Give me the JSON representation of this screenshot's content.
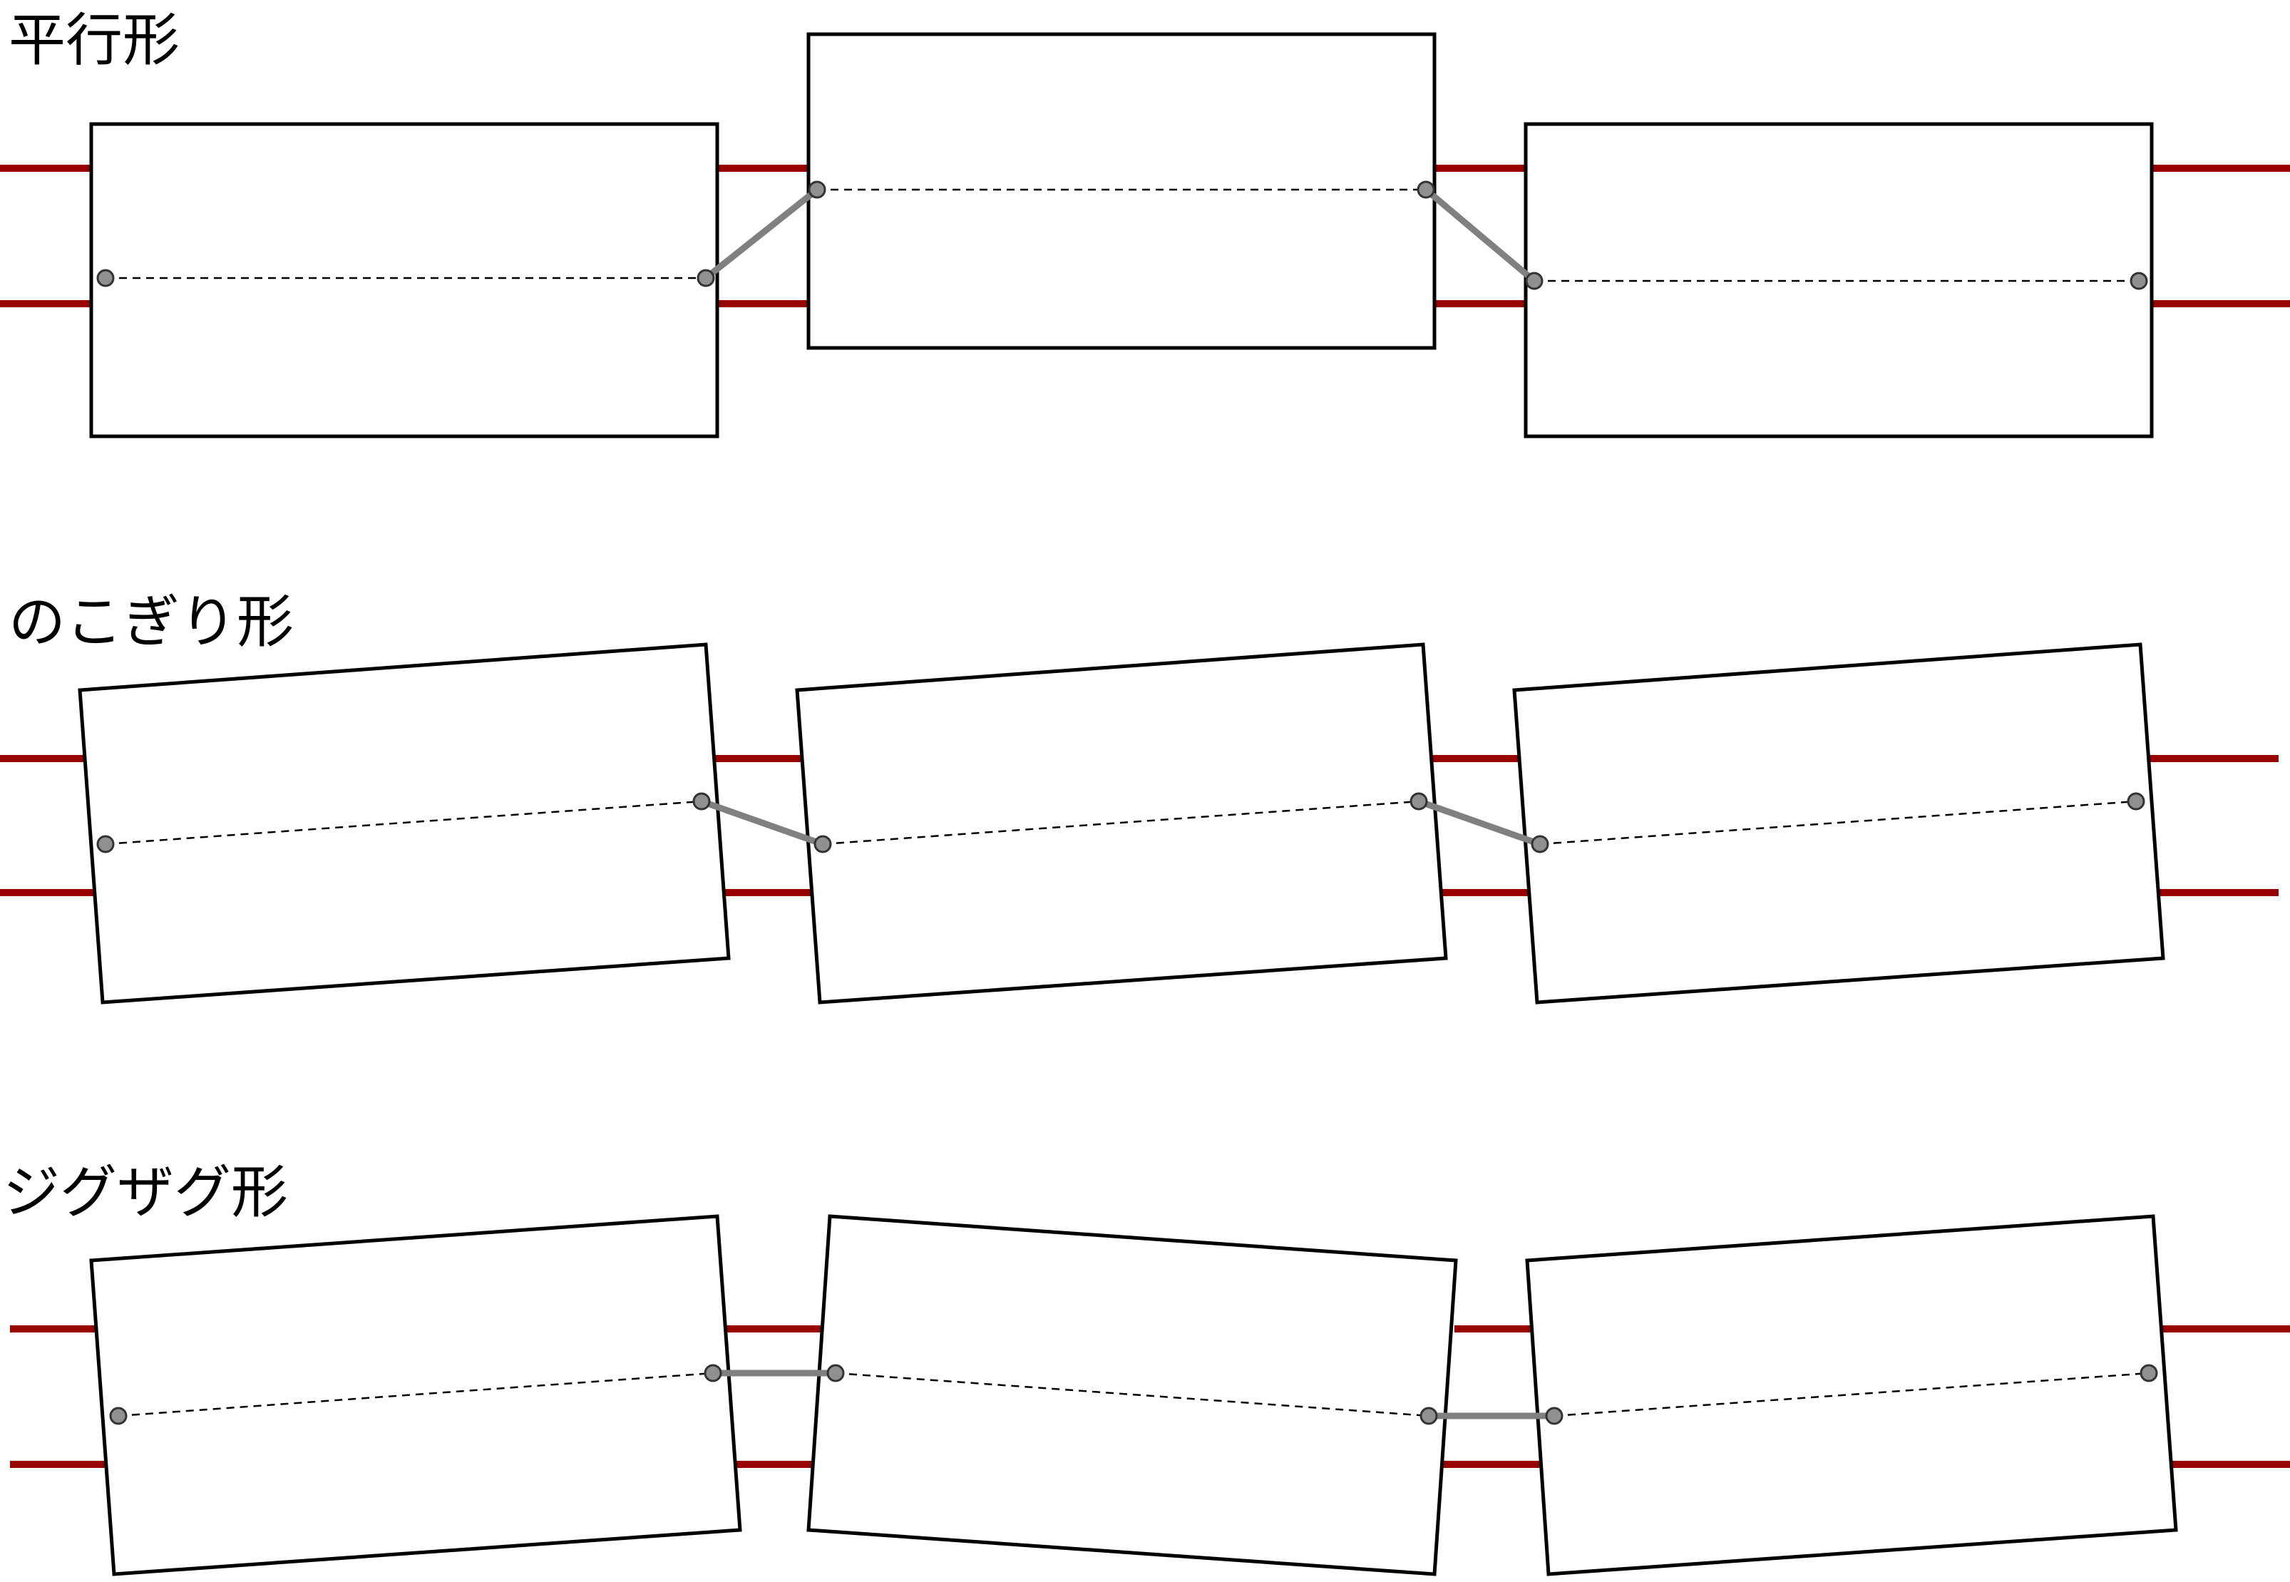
{
  "colors": {
    "rail": "#990000",
    "box_stroke": "#000000",
    "box_fill": "#ffffff",
    "link": "#808080",
    "node_fill": "#909090",
    "centerline": "#000000"
  },
  "sections": [
    {
      "id": "parallel",
      "title": "平行形"
    },
    {
      "id": "sawtooth",
      "title": "のこぎり形"
    },
    {
      "id": "zigzag",
      "title": "ジグザグ形"
    }
  ]
}
